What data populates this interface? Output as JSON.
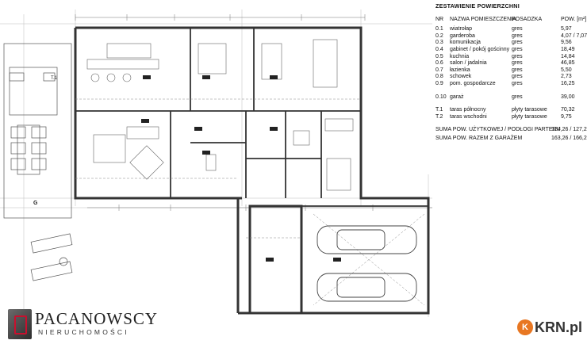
{
  "legend": {
    "title": "ZESTAWIENIE POWIERZCHNI",
    "header": {
      "nr": "NR",
      "name": "NAZWA POMIESZCZENIA",
      "floor": "POSADZKA",
      "area": "POW. [m²]"
    },
    "rooms": [
      {
        "nr": "0.1",
        "name": "wiatrołap",
        "floor": "gres",
        "area": "5,97"
      },
      {
        "nr": "0.2",
        "name": "garderoba",
        "floor": "gres",
        "area": "4,07 / 7,07"
      },
      {
        "nr": "0.3",
        "name": "komunikacja",
        "floor": "gres",
        "area": "9,56"
      },
      {
        "nr": "0.4",
        "name": "gabinet / pokój gościnny",
        "floor": "gres",
        "area": "18,49"
      },
      {
        "nr": "0.5",
        "name": "kuchnia",
        "floor": "gres",
        "area": "14,84"
      },
      {
        "nr": "0.6",
        "name": "salon / jadalnia",
        "floor": "gres",
        "area": "46,85"
      },
      {
        "nr": "0.7",
        "name": "łazienka",
        "floor": "gres",
        "area": "5,50"
      },
      {
        "nr": "0.8",
        "name": "schowek",
        "floor": "gres",
        "area": "2,73"
      },
      {
        "nr": "0.9",
        "name": "pom. gospodarcze",
        "floor": "gres",
        "area": "16,25"
      }
    ],
    "garage": {
      "nr": "0.10",
      "name": "garaż",
      "floor": "gres",
      "area": "39,00"
    },
    "terraces": [
      {
        "nr": "T.1",
        "name": "taras północny",
        "floor": "płyty tarasowe",
        "area": "70,32"
      },
      {
        "nr": "T.2",
        "name": "taras wschodni",
        "floor": "płyty tarasowe",
        "area": "9,75"
      }
    ],
    "sums": [
      {
        "label": "SUMA POW. UŻYTKOWEJ / PODŁOGI PARTERU",
        "value": "124,26 / 127,26"
      },
      {
        "label": "SUMA POW. RAZEM Z GARAŻEM",
        "value": "163,26 / 166,26"
      }
    ]
  },
  "plan_labels": {
    "t1": "T.1",
    "g": "G"
  },
  "branding": {
    "left_name": "PACANOWSCY",
    "left_sub": "NIERUCHOMOŚCI",
    "right_badge": "K",
    "right_name": "KRN.pl"
  },
  "colors": {
    "wall": "#333333",
    "line": "#6d6d6d",
    "accent_orange": "#e87722",
    "accent_red": "#c8102e"
  }
}
